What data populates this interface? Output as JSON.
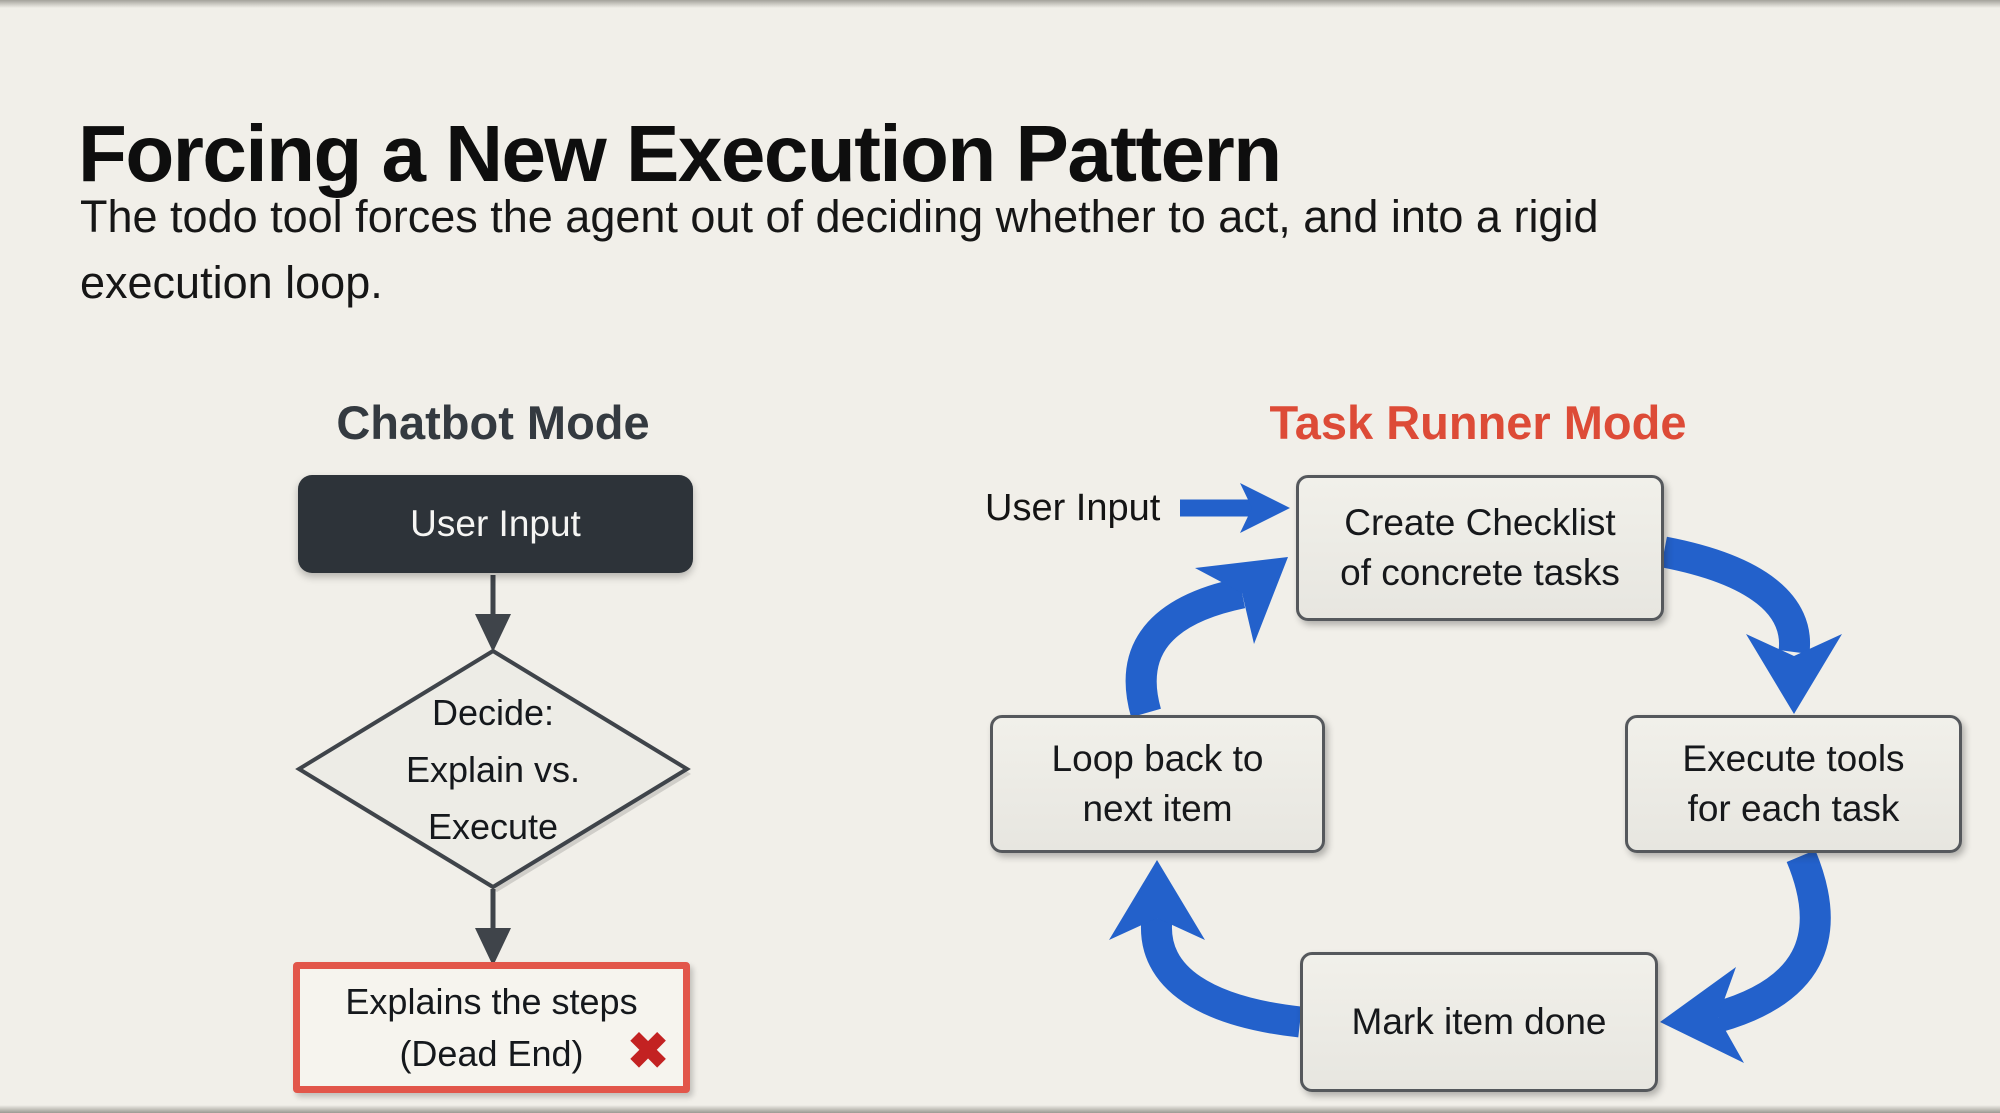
{
  "page": {
    "title": "Forcing a New Execution Pattern",
    "subtitle_line1": "The todo tool forces the agent out of deciding whether to act, and into a rigid",
    "subtitle_line2": "execution loop."
  },
  "chatbot": {
    "heading": "Chatbot Mode",
    "user_input": "User Input",
    "decide_lines": [
      "Decide:",
      "Explain vs.",
      "Execute"
    ],
    "dead_end_line1": "Explains the steps",
    "dead_end_line2": "(Dead End)",
    "dead_end_mark": "✖"
  },
  "task_runner": {
    "heading": "Task Runner Mode",
    "user_input": "User Input",
    "create_lines": [
      "Create Checklist",
      "of concrete tasks"
    ],
    "execute_lines": [
      "Execute tools",
      "for each task"
    ],
    "loop_lines": [
      "Loop back to",
      "next item"
    ],
    "mark_done": "Mark item done"
  },
  "colors": {
    "background": "#f1efe9",
    "title_text": "#0e0e0e",
    "chatbot_heading": "#343a40",
    "task_runner_heading": "#dd4b37",
    "dark_node_fill": "#2d3339",
    "node_fill": "#edece6",
    "node_border": "#55585c",
    "arrow_gray": "#3f444a",
    "arrow_blue": "#2361cb",
    "dead_end_border": "#e2564a",
    "dead_end_mark": "#c32222"
  }
}
